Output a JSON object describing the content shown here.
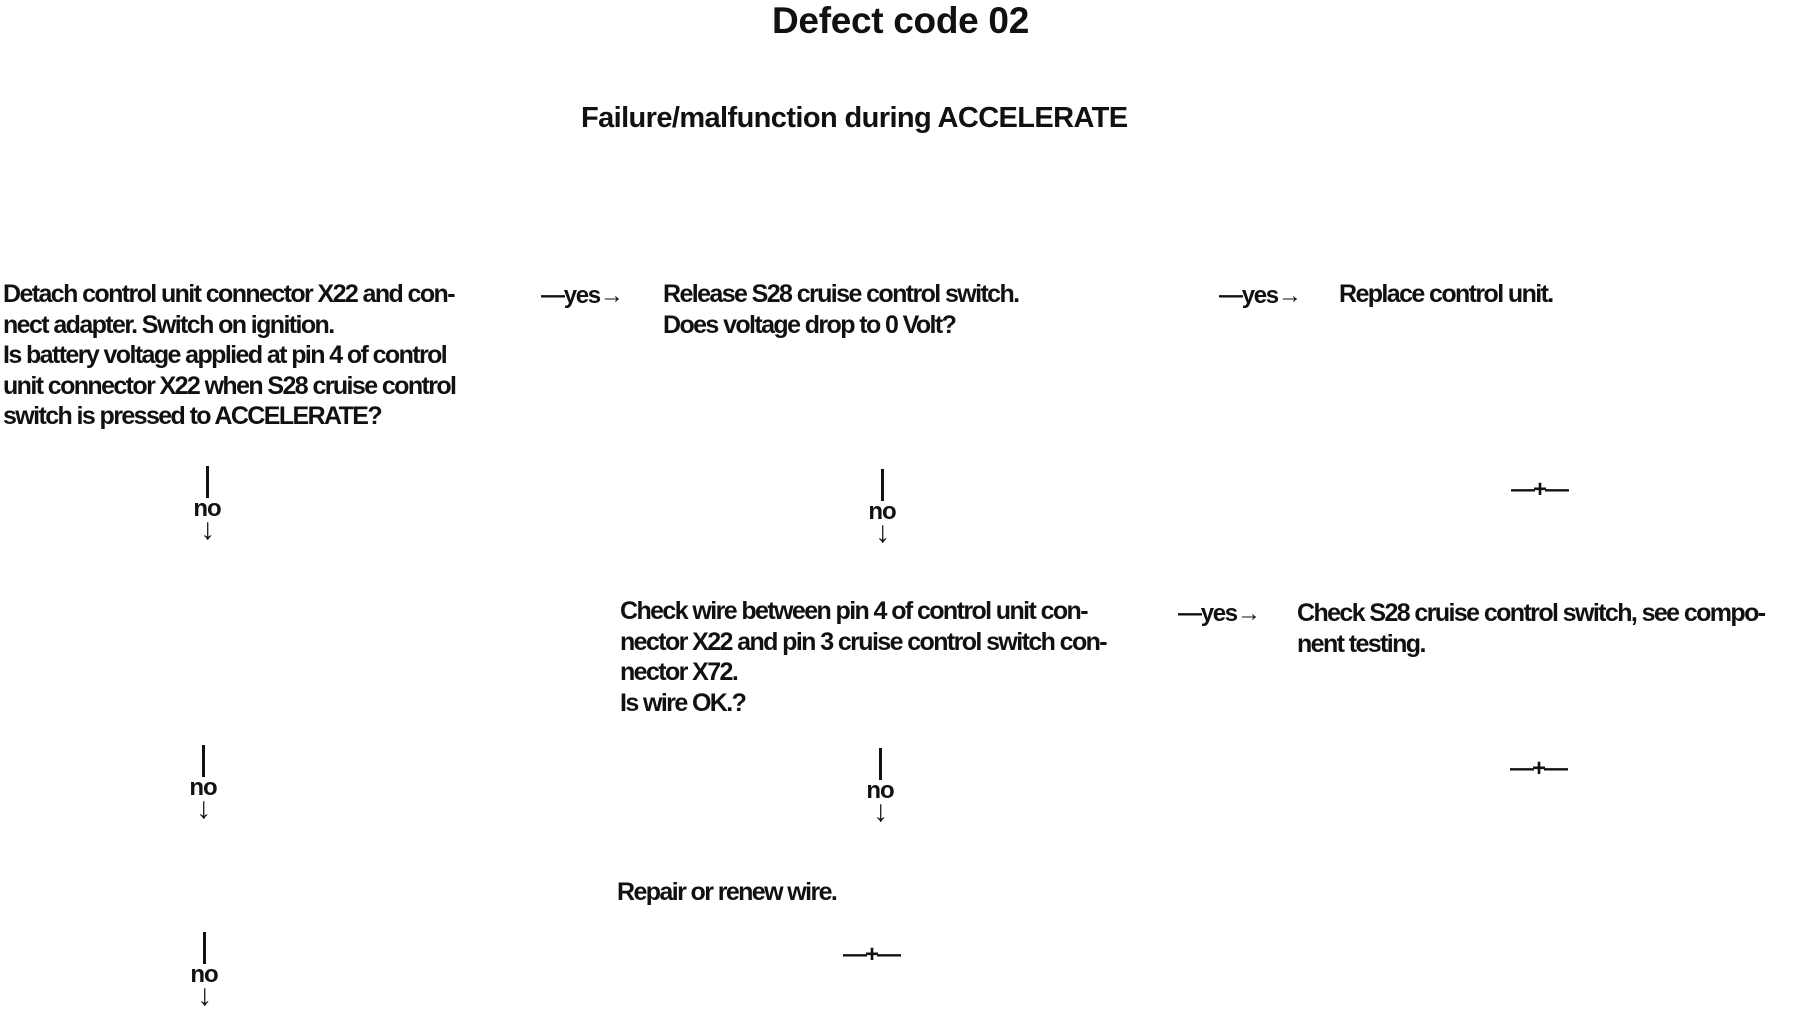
{
  "title": "Defect code 02",
  "subtitle": "Failure/malfunction during ACCELERATE",
  "steps": {
    "s1": [
      "Detach control unit connector X22 and con-",
      "nect adapter. Switch on ignition.",
      "Is battery voltage applied at pin 4 of control",
      "unit connector X22 when S28 cruise control",
      "switch is pressed to ACCELERATE?"
    ],
    "s2": [
      "Release S28 cruise control switch.",
      "Does voltage drop to 0 Volt?"
    ],
    "s3": [
      "Replace control unit."
    ],
    "s4": [
      "Check wire between pin 4 of control unit con-",
      "nector X22 and pin 3 cruise control switch con-",
      "nector X72.",
      "Is wire OK.?"
    ],
    "s5": [
      "Check S28 cruise control switch, see compo-",
      "nent testing."
    ],
    "s6": [
      "Repair or renew wire."
    ]
  },
  "labels": {
    "yes_arrow": "—yes→",
    "no": "no",
    "down_arrow": "↓",
    "end_marker": "—+—"
  }
}
